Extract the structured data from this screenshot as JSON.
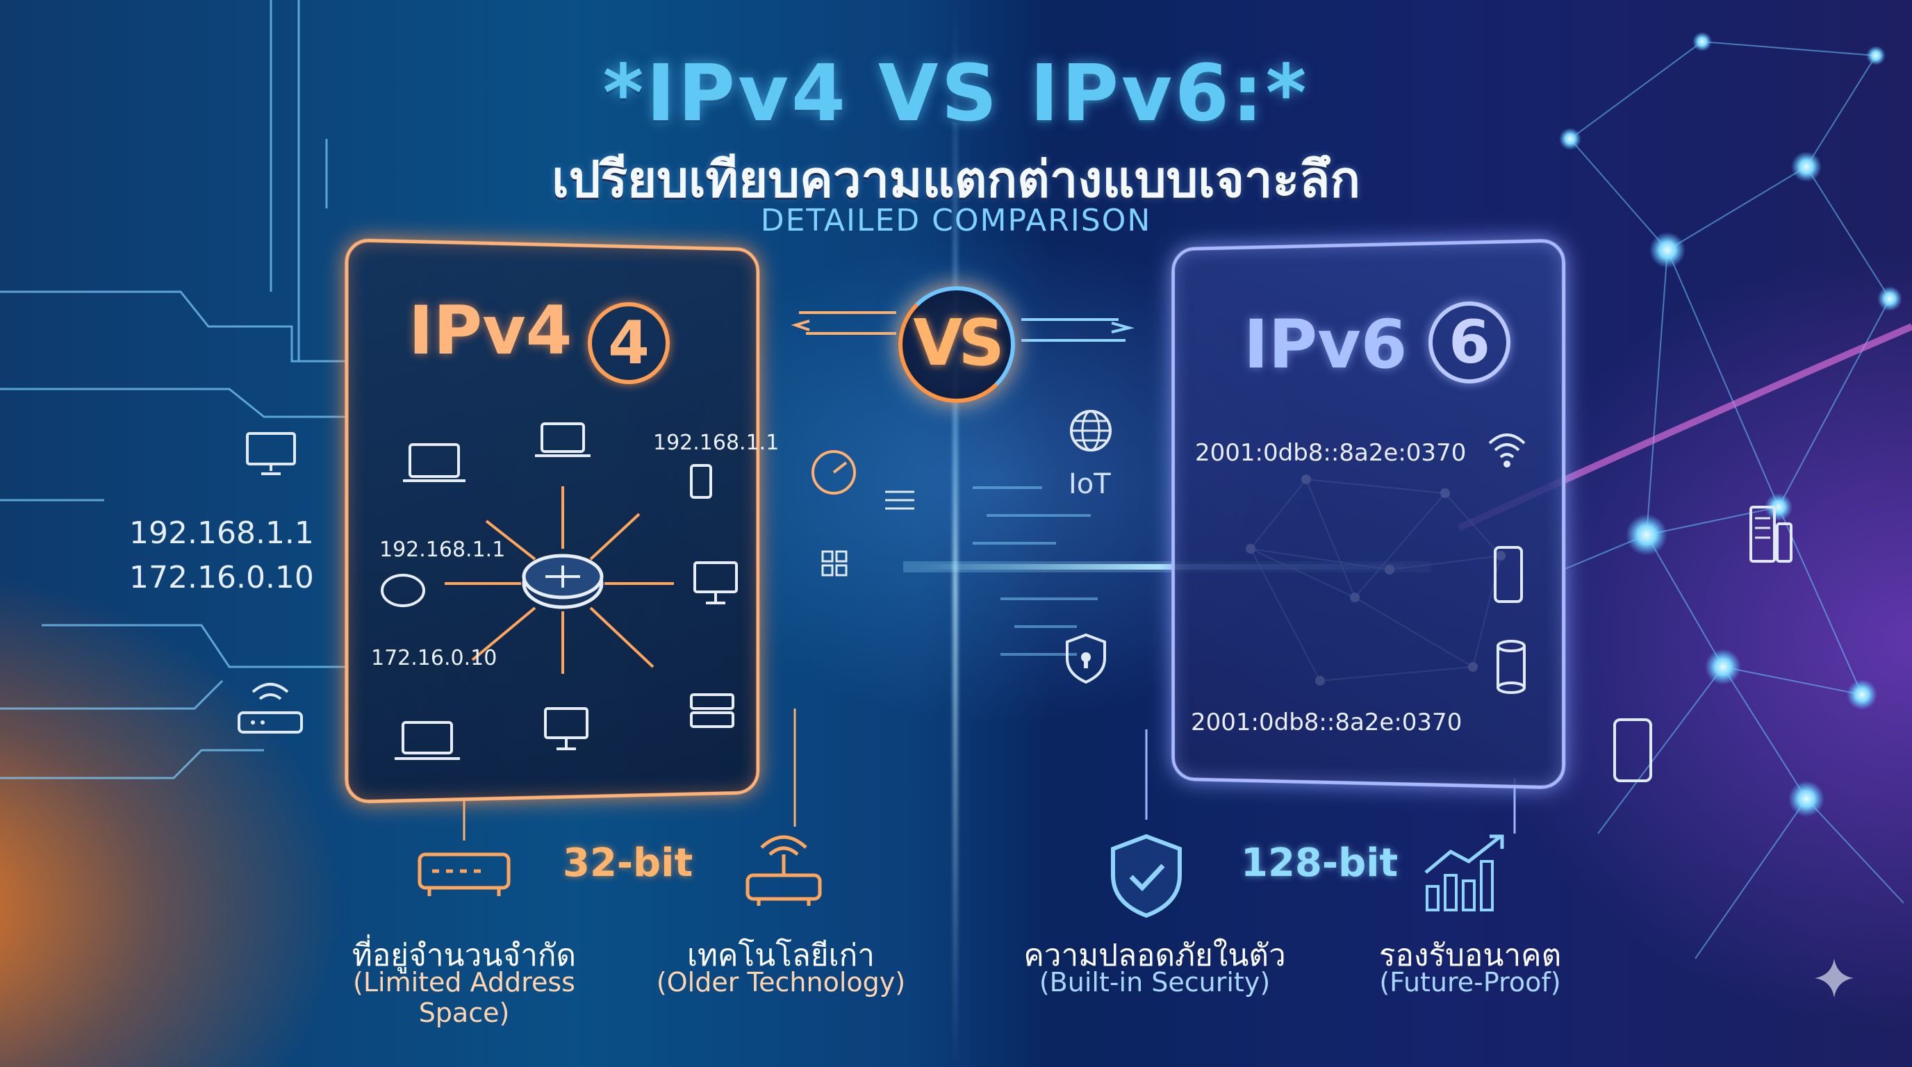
{
  "header": {
    "title": "*IPv4 VS IPv6:*",
    "subtitle_th": "เปรียบเทียบความแตกต่างแบบเจาะลึก",
    "subtitle_en": "DETAILED COMPARISON"
  },
  "vs_label": "VS",
  "ipv4": {
    "title": "IPv4",
    "number": "4",
    "side_addresses": [
      "192.168.1.1",
      "172.16.0.10"
    ],
    "panel_addresses": [
      "192.168.1.1",
      "192.168.1.1",
      "172.16.0.10"
    ],
    "bit_label": "32-bit",
    "features": [
      {
        "th": "ที่อยู่จำนวนจำกัด",
        "en": "(Limited Address Space)"
      },
      {
        "th": "เทคโนโลยีเก่า",
        "en": "(Older Technology)"
      }
    ]
  },
  "ipv6": {
    "title": "IPv6",
    "number": "6",
    "panel_addresses": [
      "2001:0db8::8a2e:0370",
      "2001:0db8::8a2e:0370"
    ],
    "iot_label": "IoT",
    "bit_label": "128-bit",
    "features": [
      {
        "th": "ความปลอดภัยในตัว",
        "en": "(Built-in Security)"
      },
      {
        "th": "รองรับอนาคต",
        "en": "(Future-Proof)"
      }
    ]
  },
  "colors": {
    "ipv4_accent": "#ffb277",
    "ipv6_accent": "#aab8ff",
    "title": "#5fc8f5",
    "subtitle_en": "#7fd2ff"
  },
  "icons": [
    "laptop-icon",
    "monitor-icon",
    "phone-icon",
    "router-icon",
    "wifi-router-icon",
    "server-icon",
    "globe-icon",
    "lock-icon",
    "shield-check-icon",
    "bar-chart-icon",
    "gauge-icon",
    "sparkle-icon"
  ]
}
